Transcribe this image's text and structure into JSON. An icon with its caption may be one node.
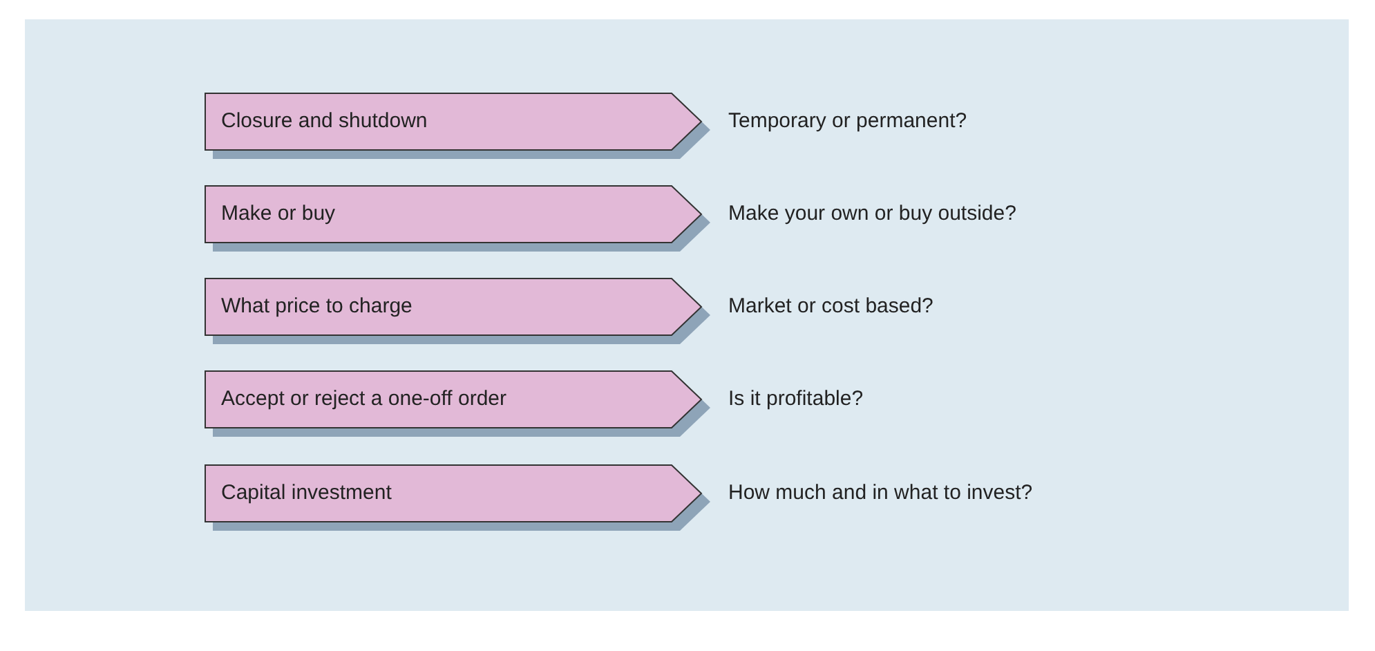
{
  "diagram": {
    "nodes": [
      {
        "text": [
          "Closure and shutdown"
        ],
        "beside": [
          "Temporary or permanent?"
        ]
      },
      {
        "text": [
          "Make or buy"
        ],
        "beside": [
          "Make your own or buy outside?"
        ]
      },
      {
        "text": [
          "What price to charge"
        ],
        "beside": [
          "Market or cost based?"
        ]
      },
      {
        "text": [
          "Accept or reject a one-off order"
        ],
        "beside": [
          "Is it profitable?"
        ]
      },
      {
        "text": [
          "Capital investment"
        ],
        "beside": [
          "How much and in what to invest?"
        ]
      }
    ]
  }
}
